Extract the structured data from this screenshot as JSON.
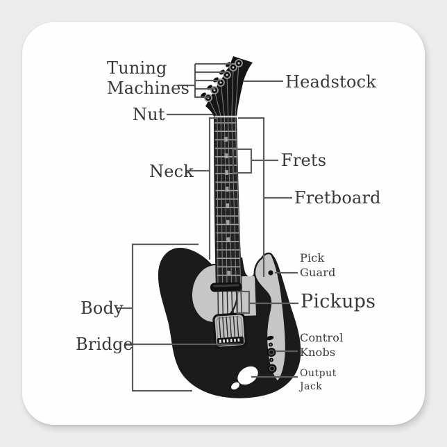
{
  "scene": {
    "description": "Parts of an electric guitar — labeled diagram printed on a white square sticker over a light gray background",
    "background_color": "#ececec",
    "sticker_color": "#fefefe"
  },
  "palette": {
    "annotation_line": "#5c5c5c",
    "label_text": "#383838",
    "guitar_black": "#1b1b1b",
    "pickguard_gray": "#c6c6c6",
    "neck_dark": "#242424"
  },
  "labels": {
    "tuning_machines": "Tuning\nMachines",
    "headstock": "Headstock",
    "nut": "Nut",
    "neck": "Neck",
    "frets": "Frets",
    "fretboard": "Fretboard",
    "body": "Body",
    "bridge": "Bridge",
    "pickups": "Pickups",
    "pick_guard": "Pick\nGuard",
    "control_knobs": "Control\nKnobs",
    "output_jack": "Output\nJack"
  }
}
